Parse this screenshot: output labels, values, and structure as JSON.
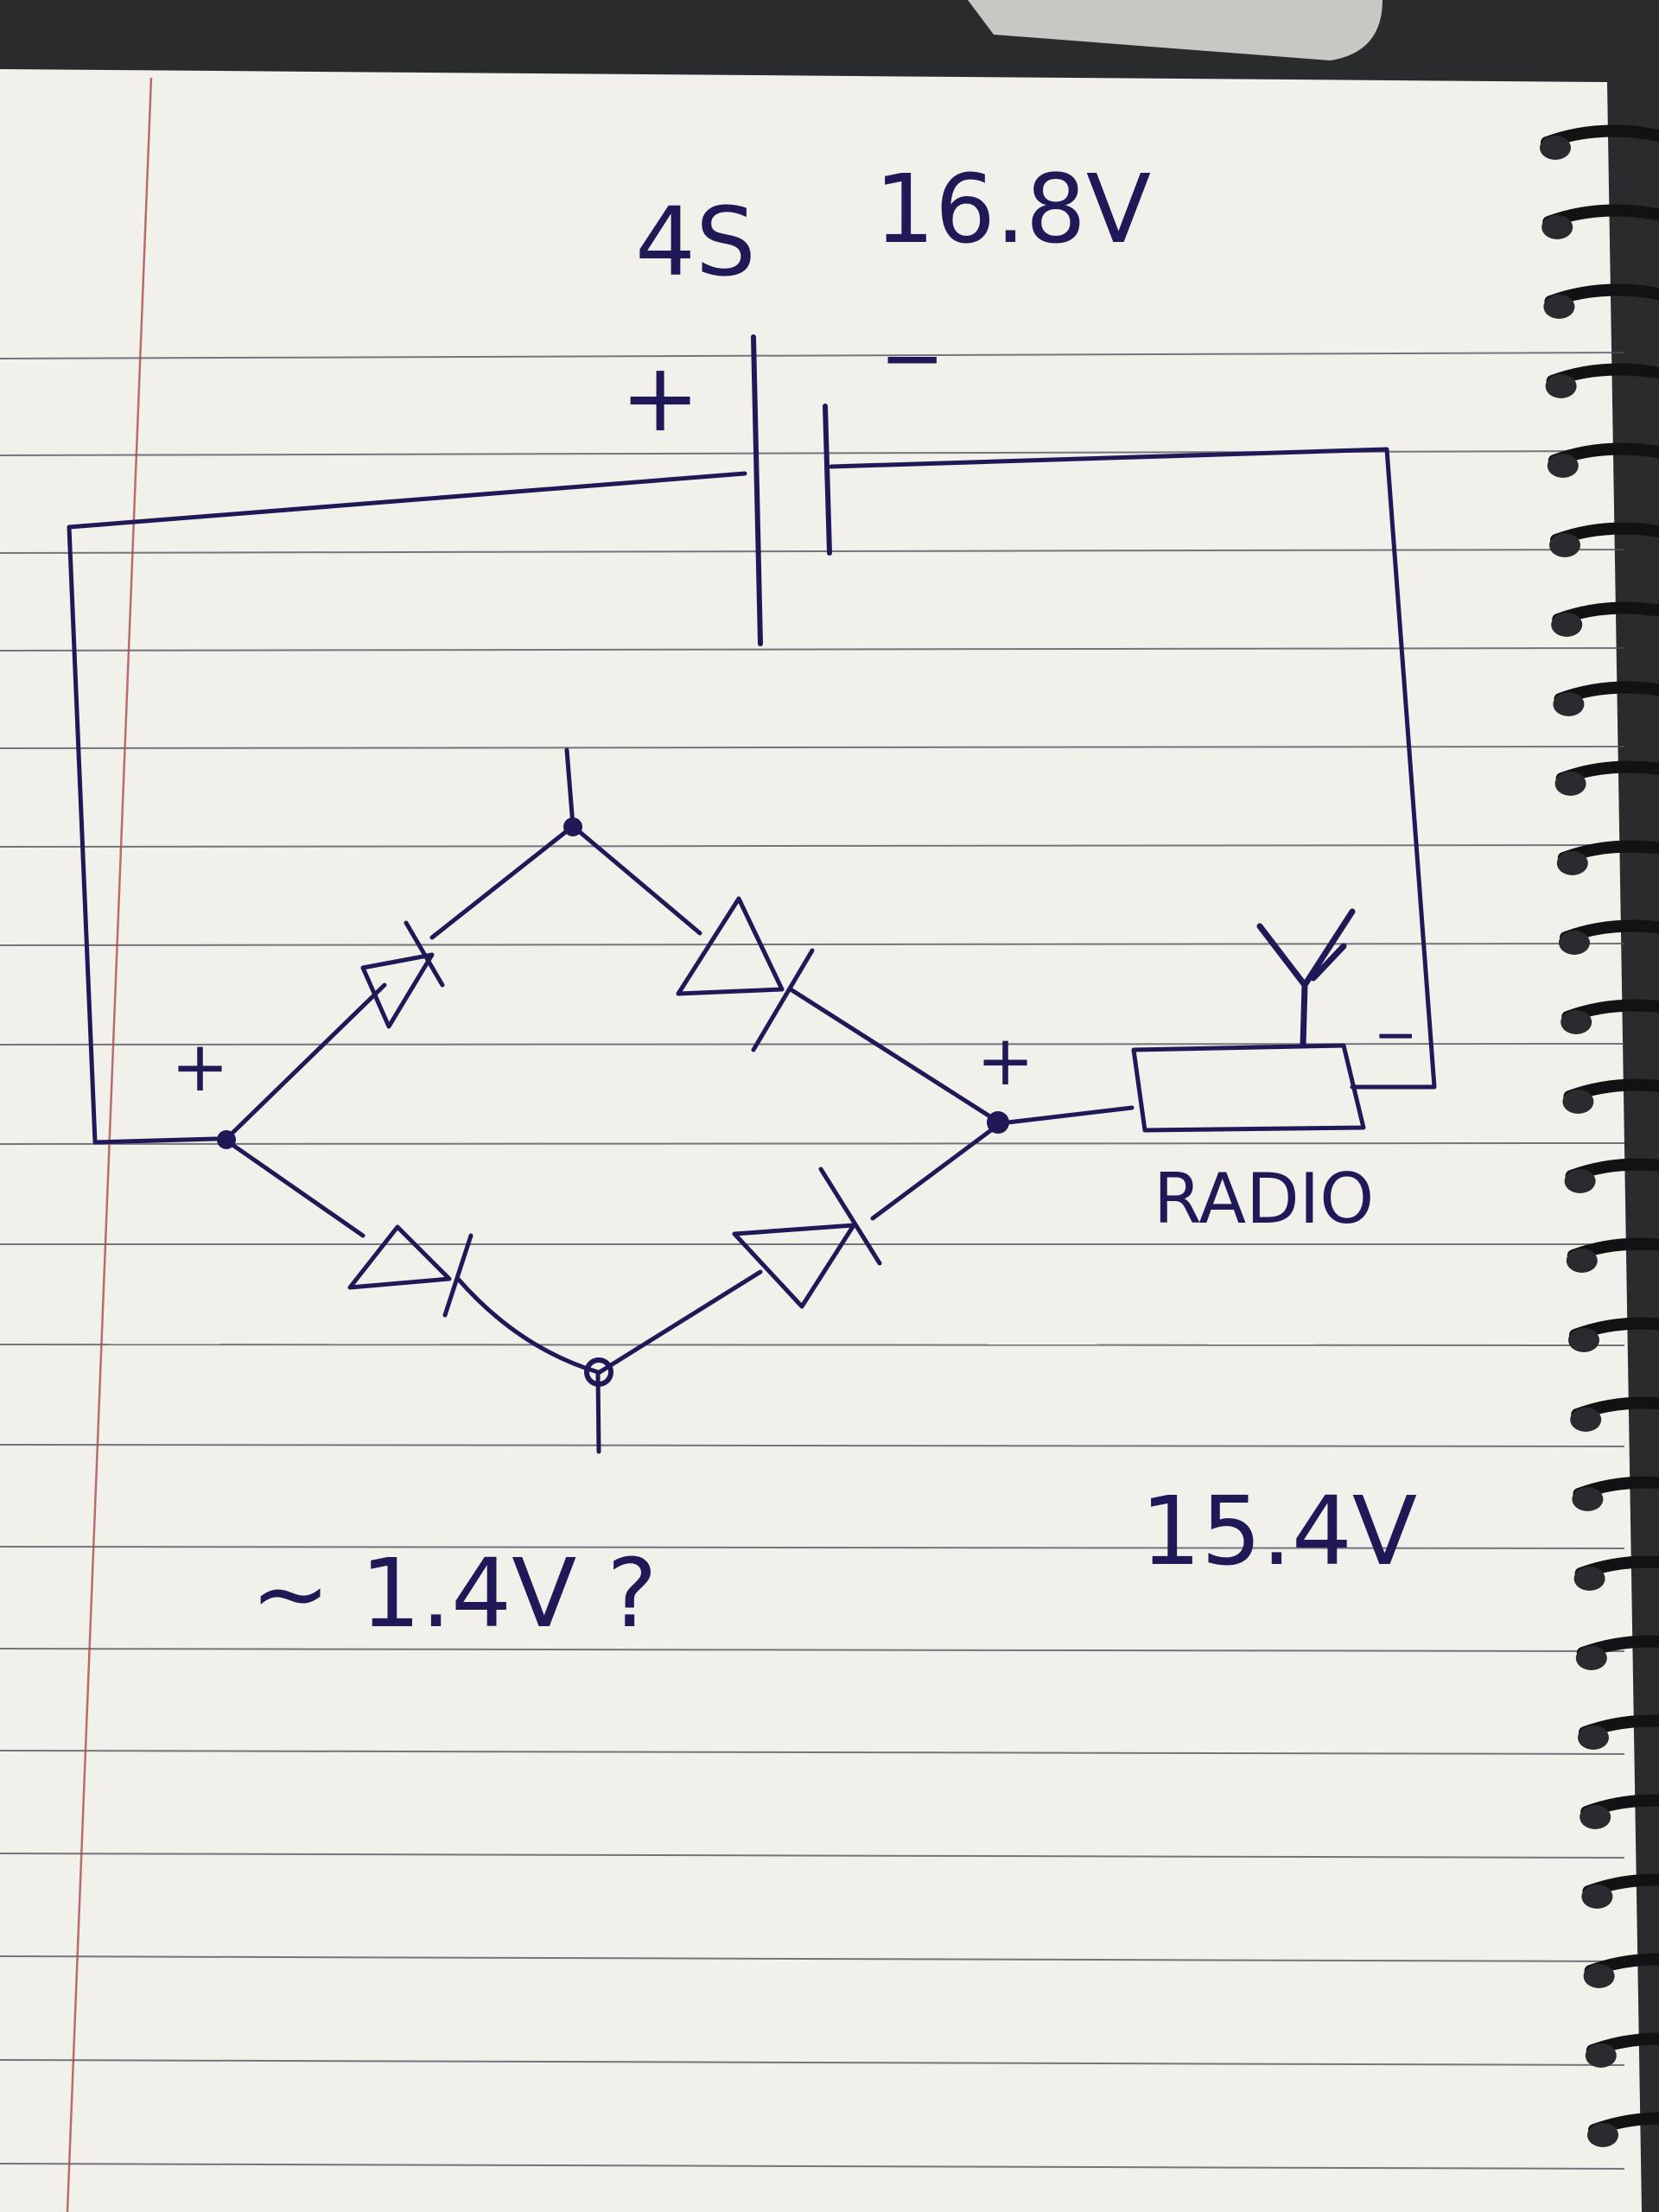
{
  "battery": {
    "cells_label": "4S",
    "voltage_label": "16.8V",
    "plus_sign": "+",
    "minus_sign": "−"
  },
  "bridge": {
    "left_plus": "+",
    "right_plus": "+",
    "drop_note": "~ 1.4V ?"
  },
  "load": {
    "name": "RADIO",
    "minus_sign": "−",
    "voltage_label": "15.4V"
  },
  "colors": {
    "ink": "#1f1a57",
    "paper": "#f1f0ea",
    "rule_line": "#4a4d59",
    "margin_line": "#b04a4a",
    "background": "#2a2b2d"
  }
}
